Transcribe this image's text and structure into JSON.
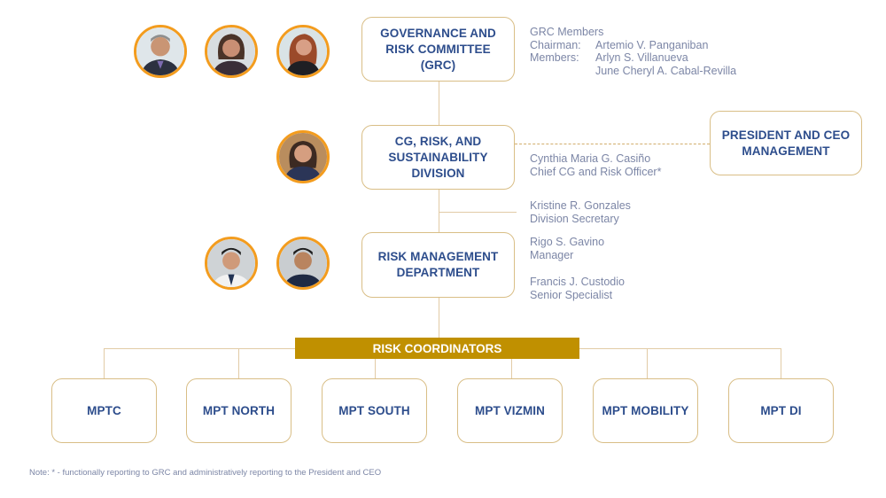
{
  "colors": {
    "box_border": "#d9be86",
    "box_text": "#2d4d8c",
    "connector": "#e2cba6",
    "info_text": "#7c86a6",
    "coordinator_bar": "#c09000",
    "avatar_ring": "#f39c1e"
  },
  "grc": {
    "title_lines": [
      "GOVERNANCE AND",
      "RISK COMMITTEE",
      "(GRC)"
    ],
    "info": {
      "heading": "GRC Members",
      "chairman_label": "Chairman:",
      "chairman": "Artemio V. Panganiban",
      "members_label": "Members:",
      "members": [
        "Arlyn S. Villanueva",
        "June Cheryl A. Cabal-Revilla"
      ]
    },
    "avatars": [
      {
        "name": "Artemio V. Panganiban",
        "icon": "person-photo-icon"
      },
      {
        "name": "Arlyn S. Villanueva",
        "icon": "person-photo-icon"
      },
      {
        "name": "June Cheryl A. Cabal-Revilla",
        "icon": "person-photo-icon"
      }
    ]
  },
  "cg_division": {
    "title_lines": [
      "CG, RISK, AND",
      "SUSTAINABILITY",
      "DIVISION"
    ],
    "head": {
      "name": "Cynthia Maria G. Casiño",
      "role": "Chief CG and Risk Officer*"
    },
    "secretary": {
      "name": "Kristine R. Gonzales",
      "role": "Division Secretary"
    },
    "avatars": [
      {
        "name": "Cynthia Maria G. Casiño",
        "icon": "person-photo-icon"
      }
    ]
  },
  "president": {
    "title_lines": [
      "PRESIDENT AND CEO",
      "MANAGEMENT"
    ]
  },
  "risk_dept": {
    "title_lines": [
      "RISK MANAGEMENT",
      "DEPARTMENT"
    ],
    "staff": [
      {
        "name": "Rigo S. Gavino",
        "role": "Manager"
      },
      {
        "name": "Francis J. Custodio",
        "role": "Senior Specialist"
      }
    ],
    "avatars": [
      {
        "name": "Rigo S. Gavino",
        "icon": "person-photo-icon"
      },
      {
        "name": "Francis J. Custodio",
        "icon": "person-photo-icon"
      }
    ]
  },
  "coordinators": {
    "label": "RISK COORDINATORS",
    "units": [
      "MPTC",
      "MPT NORTH",
      "MPT SOUTH",
      "MPT VIZMIN",
      "MPT MOBILITY",
      "MPT DI"
    ]
  },
  "note": "Note: * - functionally reporting to GRC and administratively reporting to the President and CEO"
}
